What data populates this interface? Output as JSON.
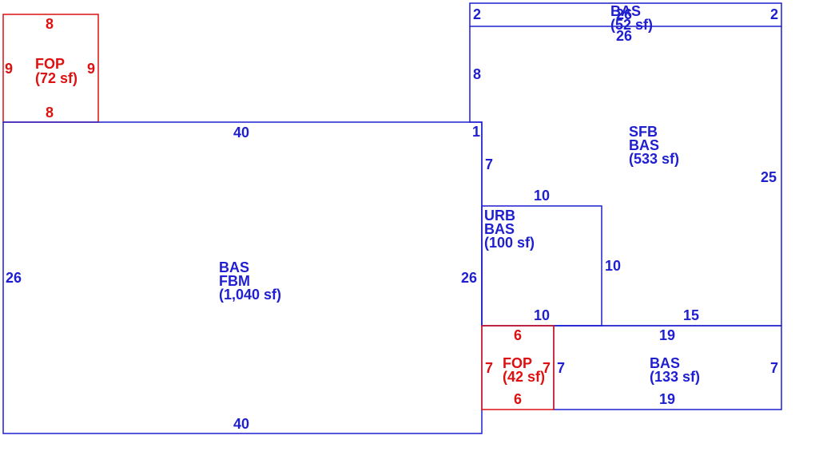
{
  "colors": {
    "living": "#1f1fd0",
    "porch": "#dd1111"
  },
  "areas": {
    "fop_top": {
      "lines": [
        "FOP",
        "(72 sf)"
      ],
      "dims": {
        "top": "8",
        "bottom": "8",
        "left": "9",
        "right": "9"
      }
    },
    "bas_fbm": {
      "lines": [
        "BAS",
        "FBM",
        "(1,040 sf)"
      ],
      "dims": {
        "top": "40",
        "bottom": "40",
        "left": "26",
        "right": "26"
      }
    },
    "bas_small": {
      "lines": [
        "BAS",
        "(52 sf)"
      ],
      "dims": {
        "left": "2",
        "right": "2",
        "top": "26",
        "bottom": "26"
      }
    },
    "sfb_bas": {
      "lines": [
        "SFB",
        "BAS",
        "(533 sf)"
      ],
      "dims": {
        "left_upper": "8",
        "step": "1",
        "left_lower": "7",
        "right": "25",
        "bottom": "15"
      }
    },
    "urb_bas": {
      "lines": [
        "URB",
        "BAS",
        "(100 sf)"
      ],
      "dims": {
        "top": "10",
        "bottom": "10",
        "right": "10"
      }
    },
    "fop_bottom": {
      "lines": [
        "FOP",
        "(42 sf)"
      ],
      "dims": {
        "top": "6",
        "bottom": "6",
        "left": "7",
        "right": "7"
      }
    },
    "bas_133": {
      "lines": [
        "BAS",
        "(133 sf)"
      ],
      "dims": {
        "top": "19",
        "bottom": "19",
        "left": "7",
        "right": "7"
      }
    }
  }
}
